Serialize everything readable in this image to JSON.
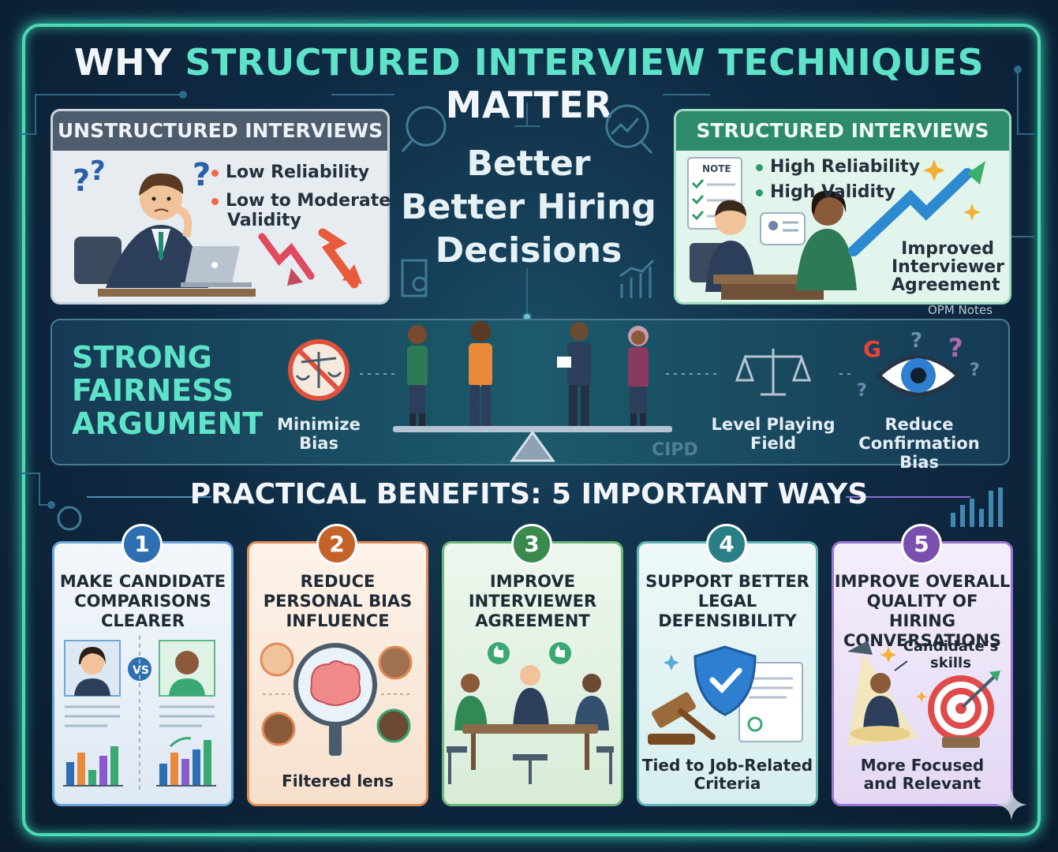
{
  "title": {
    "part1": "WHY",
    "part2": "STRUCTURED INTERVIEW TECHNIQUES",
    "part3": "MATTER"
  },
  "unstructured": {
    "header": "UNSTRUCTURED INTERVIEWS",
    "bullets": [
      "Low Reliability",
      "Low to Moderate",
      "Validity"
    ]
  },
  "center": {
    "line1": "Better",
    "line2": "Better Hiring",
    "line3": "Decisions"
  },
  "structured": {
    "header": "STRUCTURED INTERVIEWS",
    "bullets": [
      "High Reliability",
      "High Validity"
    ],
    "note": "NOTE",
    "agreement": [
      "Improved",
      "Interviewer",
      "Agreement"
    ]
  },
  "opm_notes": "OPM Notes",
  "fairness": {
    "title": [
      "STRONG",
      "FAIRNESS",
      "ARGUMENT"
    ],
    "minimize_bias": [
      "Minimize",
      "Bias"
    ],
    "level_field": [
      "Level Playing",
      "Field"
    ],
    "confirmation": [
      "Reduce",
      "Confirmation Bias"
    ],
    "cipd": "CIPD"
  },
  "benefits_title": "PRACTICAL BENEFITS: 5 IMPORTANT WAYS",
  "cards": [
    {
      "num": "1",
      "title": [
        "MAKE CANDIDATE",
        "COMPARISONS",
        "CLEARER"
      ],
      "vs": "VS",
      "caption": [],
      "color": "#2d6fb0"
    },
    {
      "num": "2",
      "title": [
        "REDUCE",
        "PERSONAL BIAS",
        "INFLUENCE"
      ],
      "caption": [
        "Filtered lens"
      ],
      "color": "#c5622a"
    },
    {
      "num": "3",
      "title": [
        "IMPROVE",
        "INTERVIEWER",
        "AGREEMENT"
      ],
      "caption": [],
      "color": "#3a8a4e"
    },
    {
      "num": "4",
      "title": [
        "SUPPORT BETTER",
        "LEGAL",
        "DEFENSIBILITY"
      ],
      "caption": [
        "Tied to Job-Related",
        "Criteria"
      ],
      "color": "#2a7f86"
    },
    {
      "num": "5",
      "title": [
        "IMPROVE OVERALL",
        "QUALITY OF HIRING",
        "CONVERSATIONS"
      ],
      "caption": [
        "More Focused",
        "and Relevant"
      ],
      "sub": [
        "Candidate’s",
        "skills"
      ],
      "color": "#7b4fb0"
    }
  ]
}
